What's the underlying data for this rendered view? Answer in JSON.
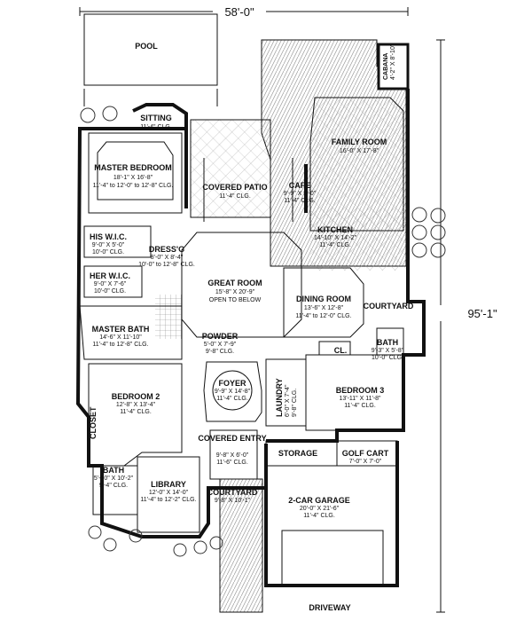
{
  "overall_width": "58'-0\"",
  "overall_depth": "95'-1\"",
  "rooms": [
    {
      "id": "pool",
      "name": "POOL"
    },
    {
      "id": "cabana",
      "name": "CABANA",
      "size": "4'-2\" X 8'-10\""
    },
    {
      "id": "sitting",
      "name": "SITTING",
      "clg": "11'-4\" CLG."
    },
    {
      "id": "family",
      "name": "FAMILY ROOM",
      "size": "16'-0\" X 17'-8\"",
      "clg": ""
    },
    {
      "id": "master",
      "name": "MASTER BEDROOM",
      "size": "18'-1\" X 16'-8\"",
      "clg": "11'-4\" to 12'-0\" to 12'-8\" CLG."
    },
    {
      "id": "patio",
      "name": "COVERED PATIO",
      "clg": "11'-4\" CLG."
    },
    {
      "id": "cafe",
      "name": "CAFE",
      "size": "9'-9\" X 9'-0\"",
      "clg": "11'-4\" CLG."
    },
    {
      "id": "kitchen",
      "name": "KITCHEN",
      "size": "14'-10\" X 14'-2\"",
      "clg": "11'-4\" CLG."
    },
    {
      "id": "hiswic",
      "name": "HIS W.I.C.",
      "size": "9'-0\" X 5'-0\"",
      "clg": "10'-0\" CLG."
    },
    {
      "id": "dress",
      "name": "DRESS'G",
      "size": "8'-0\" X 8'-4\"",
      "clg": "10'-0\" to 12'-8\" CLG."
    },
    {
      "id": "herwic",
      "name": "HER W.I.C.",
      "size": "9'-0\" X 7'-6\"",
      "clg": "10'-0\" CLG."
    },
    {
      "id": "great",
      "name": "GREAT ROOM",
      "size": "15'-8\" X 20'-9\"",
      "clg": "OPEN TO BELOW"
    },
    {
      "id": "dining",
      "name": "DINING ROOM",
      "size": "13'-6\" X 12'-8\"",
      "clg": "11'-4\" to 12'-0\" CLG."
    },
    {
      "id": "courtyard1",
      "name": "COURTYARD"
    },
    {
      "id": "mbath",
      "name": "MASTER BATH",
      "size": "14'-6\" X 11'-10\"",
      "clg": "11'-4\" to 12'-8\" CLG."
    },
    {
      "id": "powder",
      "name": "POWDER",
      "size": "5'-0\" X 7'-9\"",
      "clg": "9'-8\" CLG."
    },
    {
      "id": "bath3",
      "name": "BATH",
      "size": "9'-3\" X 5'-8\"",
      "clg": "10'-0\" CLG."
    },
    {
      "id": "cl",
      "name": "CL."
    },
    {
      "id": "bed2",
      "name": "BEDROOM 2",
      "size": "12'-8\" X 13'-4\"",
      "clg": "11'-4\" CLG."
    },
    {
      "id": "foyer",
      "name": "FOYER",
      "size": "9'-9\" X 14'-8\"",
      "clg": "11'-4\" CLG."
    },
    {
      "id": "laundry",
      "name": "LAUNDRY",
      "size": "6'-0\" X 7'-4\"",
      "clg": "9'-8\" CLG."
    },
    {
      "id": "bed3",
      "name": "BEDROOM 3",
      "size": "13'-11\" X 11'-8\"",
      "clg": "11'-4\" CLG."
    },
    {
      "id": "closet",
      "name": "CLOSET"
    },
    {
      "id": "entry",
      "name": "COVERED ENTRY",
      "size": "9'-8\" X 6'-0\"",
      "clg": "11'-6\" CLG."
    },
    {
      "id": "storage",
      "name": "STORAGE"
    },
    {
      "id": "golf",
      "name": "GOLF CART",
      "size": "7'-0\" X 7'-0\""
    },
    {
      "id": "bath2",
      "name": "BATH",
      "size": "5'-10\" X 10'-2\"",
      "clg": "9'-4\" CLG."
    },
    {
      "id": "library",
      "name": "LIBRARY",
      "size": "12'-0\" X 14'-0\"",
      "clg": "11'-4\" to 12'-2\" CLG."
    },
    {
      "id": "courtyard2",
      "name": "COURTYARD",
      "size": "9'-8\" X 10'-1\""
    },
    {
      "id": "garage",
      "name": "2-CAR GARAGE",
      "size": "20'-0\" X 21'-6\"",
      "clg": "11'-4\" CLG."
    },
    {
      "id": "driveway",
      "name": "DRIVEWAY"
    }
  ]
}
